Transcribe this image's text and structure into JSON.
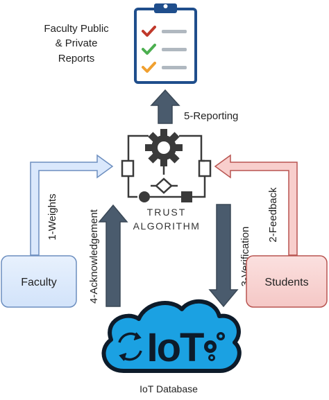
{
  "reports": {
    "lines": [
      "Faculty  Public",
      "& Private",
      "Reports"
    ]
  },
  "algorithm": {
    "line1": "TRUST",
    "line2": "ALGORITHM"
  },
  "nodes": {
    "faculty": "Faculty",
    "students": "Students",
    "database_caption": "IoT Database",
    "iot_logo": "IoT"
  },
  "flows": {
    "weights": "1-Weights",
    "feedback": "2-Feedback",
    "verification": "3-Verification",
    "acknowledgement": "4-Acknowledgement",
    "reporting": "5-Reporting"
  },
  "colors": {
    "faculty_fill": "#dae8fc",
    "faculty_stroke": "#6c8ebf",
    "students_fill": "#f8cecc",
    "students_stroke": "#b85450",
    "arrow_dark": "#4a5b6d",
    "cloud": "#1ba1e2",
    "clipboard": "#1f4e8c",
    "check_red": "#c0392b",
    "check_green": "#4caf50",
    "check_orange": "#f0a030"
  }
}
